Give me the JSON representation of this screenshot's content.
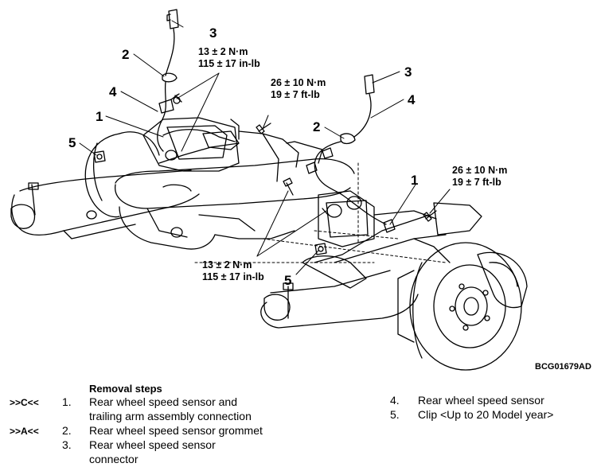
{
  "figure": {
    "code": "BCG01679AD",
    "callouts": [
      "1",
      "2",
      "3",
      "4",
      "5",
      "1",
      "2",
      "3",
      "4",
      "5"
    ],
    "torques": {
      "top_center": [
        "13 ± 2 N·m",
        "115 ± 17 in-lb"
      ],
      "upper_mid": [
        "26 ± 10 N·m",
        "19 ± 7 ft-lb"
      ],
      "right": [
        "26 ± 10 N·m",
        "19 ± 7 ft-lb"
      ],
      "lower_center": [
        "13 ± 2 N·m",
        "115 ± 17 in-lb"
      ]
    }
  },
  "removal": {
    "heading": "Removal steps",
    "steps": [
      {
        "tag": ">>C<<",
        "num": "1.",
        "lines": [
          "Rear wheel speed sensor and",
          "trailing arm assembly connection"
        ]
      },
      {
        "tag": ">>A<<",
        "num": "2.",
        "lines": [
          "Rear wheel speed sensor grommet"
        ]
      },
      {
        "tag": "",
        "num": "3.",
        "lines": [
          "Rear wheel speed sensor",
          "connector"
        ]
      },
      {
        "tag": "",
        "num": "4.",
        "lines": [
          "Rear wheel speed sensor"
        ]
      },
      {
        "tag": "",
        "num": "5.",
        "lines": [
          "Clip <Up to 20 Model year>"
        ]
      }
    ]
  }
}
